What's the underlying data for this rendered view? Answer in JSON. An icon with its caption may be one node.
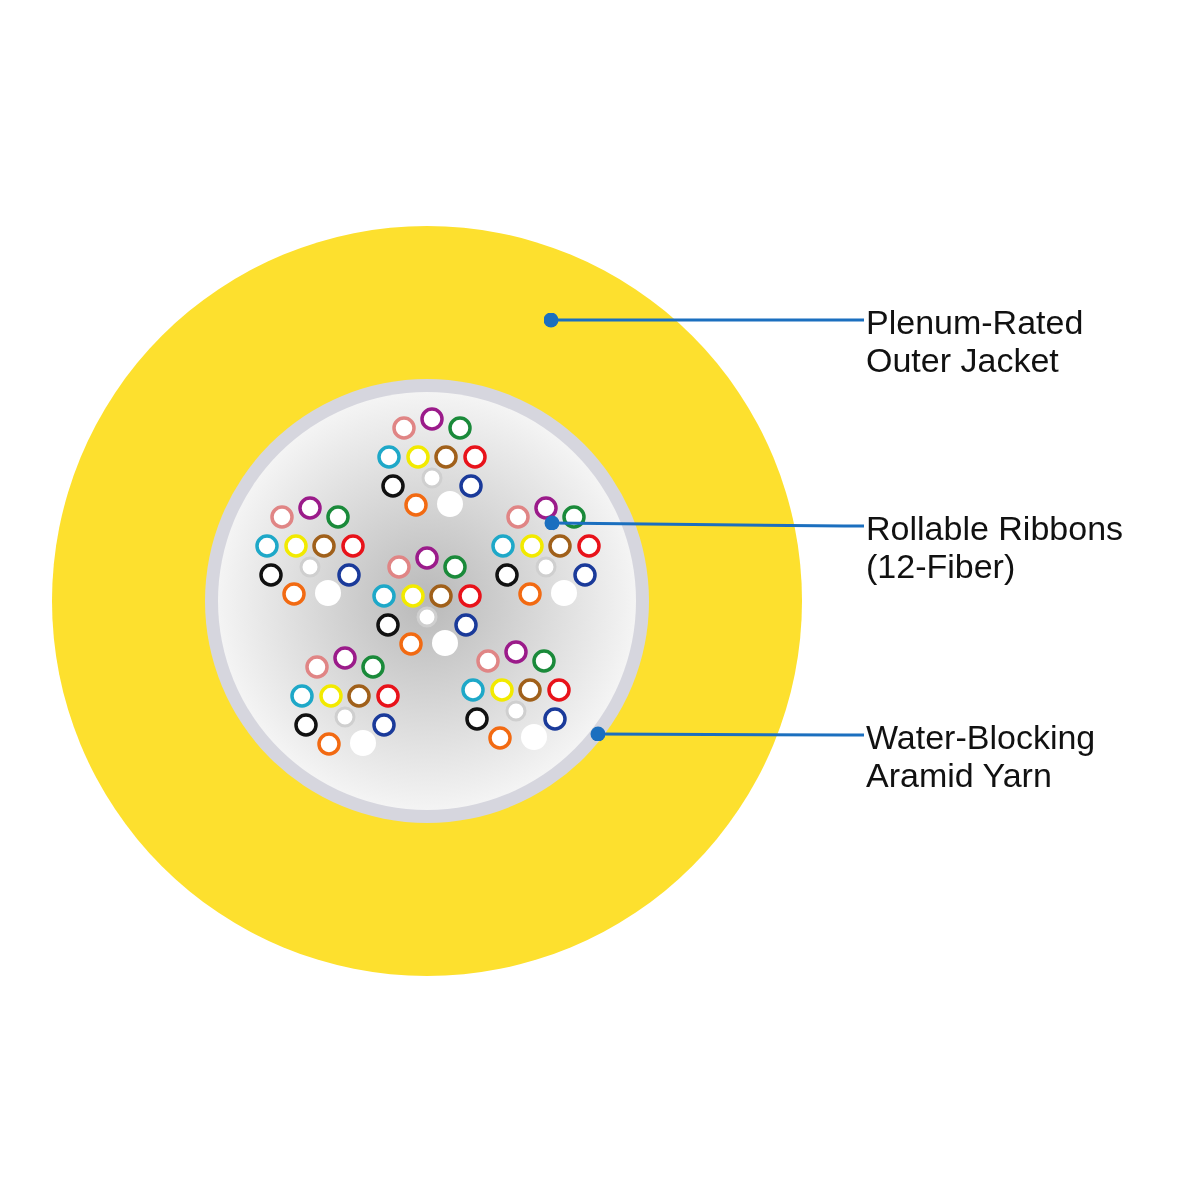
{
  "diagram": {
    "nodes": [
      {
        "text": [],
        "shape": "circle"
      },
      {
        "text": [],
        "shape": "circle",
        "in": 0
      },
      {
        "text": [],
        "shape": "circle",
        "in": 1
      },
      {
        "text": [],
        "shape": "circle",
        "in": 1
      },
      {
        "text": [],
        "shape": "circle",
        "in": 1
      },
      {
        "text": [],
        "shape": "circle",
        "in": 1
      },
      {
        "text": [],
        "shape": "circle",
        "in": 1
      },
      {
        "text": [],
        "shape": "circle",
        "in": 1
      },
      {
        "text": [
          "Plenum-Rated Outer Jacket"
        ]
      },
      {
        "text": [
          "Rollable Ribbons (12-Fiber)"
        ]
      },
      {
        "text": [
          "Water-Blocking Aramid Yarn"
        ]
      }
    ],
    "edges": [
      {
        "from": 8,
        "to": 0,
        "arrow": "other"
      },
      {
        "from": 9,
        "to": 4,
        "arrow": "other"
      },
      {
        "from": 10,
        "to": 1,
        "arrow": "other"
      }
    ]
  }
}
